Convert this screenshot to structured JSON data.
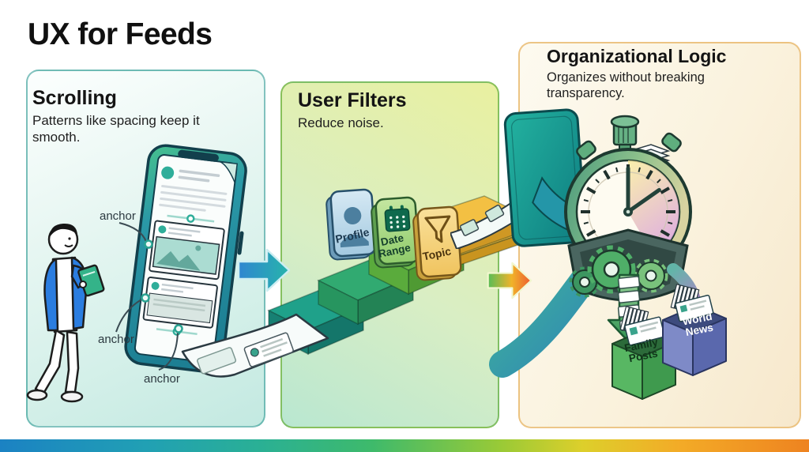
{
  "title": "UX for Feeds",
  "sections": [
    {
      "id": "scrolling",
      "heading": "Scrolling",
      "description": "Patterns like spacing keep it smooth.",
      "anchors": [
        "anchor",
        "anchor",
        "anchor"
      ],
      "illustrations": [
        "person-with-tablet",
        "feed-phone",
        "anchor-callouts"
      ]
    },
    {
      "id": "user-filters",
      "heading": "User Filters",
      "description": "Reduce noise.",
      "filters": [
        {
          "label": "Profile",
          "icon": "person-icon",
          "color": "#a9cce4"
        },
        {
          "label": "Date Range",
          "icon": "calendar-icon",
          "color": "#9ed178"
        },
        {
          "label": "Topic",
          "icon": "funnel-icon",
          "color": "#f2c865"
        }
      ],
      "illustrations": [
        "ascending-stairs",
        "paper-feed-strip",
        "film-strip"
      ]
    },
    {
      "id": "organizational-logic",
      "heading": "Organizational Logic",
      "description": "Organizes without breaking transparency.",
      "bins": [
        {
          "label": "Family Posts",
          "color": "#58b763"
        },
        {
          "label": "World News",
          "color": "#7e8ac7"
        }
      ],
      "illustrations": [
        "phone-dispenser",
        "stopwatch-with-gears",
        "sorting-arrows"
      ]
    }
  ],
  "arrows": [
    {
      "id": "flow-arrow-1",
      "direction": "right",
      "gradient": [
        "#2f86d1",
        "#27b4ab"
      ]
    },
    {
      "id": "flow-arrow-2",
      "direction": "right",
      "gradient": [
        "#58bd57",
        "#f0b32a",
        "#ee5c31"
      ]
    }
  ],
  "colors": {
    "phone_teal": "#2a98a7",
    "panel1_border": "#20928c",
    "panel2_border": "#68b042",
    "panel3_border": "#e9b96e",
    "stair_teal": "#1fa18a",
    "stair_green": "#31aa71",
    "stair_lime": "#6cbc4a",
    "platform_yellow": "#f3c043",
    "family_box_green": "#58b763",
    "world_box_blue": "#7e8ac7",
    "footer_gradient": [
      "#1b82c3",
      "#2ab095",
      "#3eba6b",
      "#9aca36",
      "#ddcf2b",
      "#f3ab27",
      "#ee8320"
    ]
  }
}
